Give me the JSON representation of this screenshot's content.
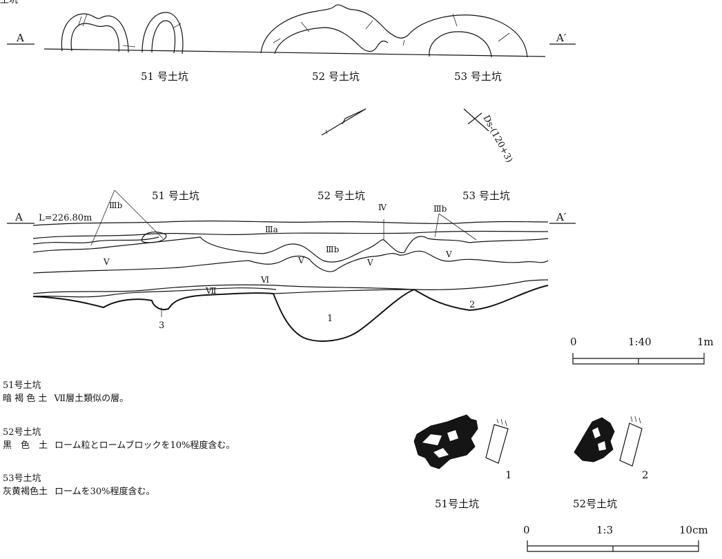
{
  "title_partial": "土坑",
  "plan": {
    "left_marker": "A",
    "right_marker": "A′",
    "pits": [
      "51 号土坑",
      "52 号土坑",
      "53 号土坑"
    ],
    "annotation": "Ds-(120+3)"
  },
  "section": {
    "left_marker": "A",
    "right_marker": "A′",
    "elevation": "L=226.80m",
    "pits": [
      "51 号土坑",
      "52 号土坑",
      "53 号土坑"
    ],
    "layers": {
      "IIIa": "Ⅲa",
      "IIIb": "Ⅲb",
      "IV": "Ⅳ",
      "V": "Ⅴ",
      "VI": "Ⅵ",
      "VII": "Ⅶ"
    },
    "fill_numbers": [
      "1",
      "2",
      "3"
    ]
  },
  "scale_large": {
    "zero": "0",
    "ratio": "1:40",
    "end": "1m"
  },
  "scale_small": {
    "zero": "0",
    "ratio": "1:3",
    "end": "10cm"
  },
  "legend": [
    {
      "pit": "51号土坑",
      "soil": "暗 褐 色 土",
      "desc": "Ⅶ層土類似の層。"
    },
    {
      "pit": "52号土坑",
      "soil": "黒　色　土",
      "desc": "ローム粒とロームブロックを10%程度含む。"
    },
    {
      "pit": "53号土坑",
      "soil": "灰黄褐色土",
      "desc": "ロームを30%程度含む。"
    }
  ],
  "artifacts": [
    {
      "number": "1",
      "pit": "51号土坑"
    },
    {
      "number": "2",
      "pit": "52号土坑"
    }
  ]
}
